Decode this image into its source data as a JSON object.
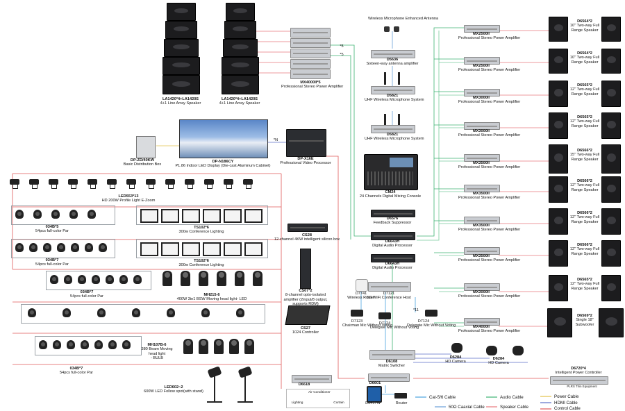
{
  "colors": {
    "audio": "#3cb371",
    "speaker": "#e8797f",
    "control": "#e05858",
    "cat": "#4aa3df",
    "hdmi": "#5b6fc7",
    "power": "#e3c14a",
    "coax": "#6aa0d8"
  },
  "labels": {
    "line_array_1": "LA1420*4+LA1420S",
    "line_array_1_sub": "4+1 Line Array Speaker",
    "line_array_2": "LA1420*4+LA1420S",
    "line_array_2_sub": "4+1 Line Array Speaker",
    "amp_stack": "MX4000II*5",
    "amp_stack_sub": "Professional Stereo Power Amplifier",
    "count_5a": "*5",
    "count_5b": "*5",
    "antenna_title": "Wireless Microphone Enhanced Antenna",
    "d5636": "D5636",
    "d5636_sub": "Sixteen-way antenna amplifier",
    "d5821a": "D5821",
    "d5821a_sub": "UHF Wireless Microphone System",
    "d5821b": "D5821",
    "d5821b_sub": "UHF Wireless Microphone System",
    "led_display": "DP-N186CY",
    "led_display_sub": "P1.86 Indoor LED Display (Die-cast Aluminum Cabinet)",
    "count_n": "*N",
    "dist_box": "DP-ZD/40KW",
    "dist_box_sub": "Basic Distribution Box",
    "video_proc": "DP-X16E",
    "video_proc_sub": "Professional Video Processor",
    "cm24": "CM24",
    "cm24_sub": "24 Channels Digital Mixing Console",
    "d6576": "D6576",
    "d6576_sub": "Feedback Suppressor",
    "d6643h_a": "D6643H",
    "d6643h_a_sub": "Digital Audio Processor",
    "d6643h_b": "D6643H",
    "d6643h_b_sub": "Digital Audio Processor",
    "led553": "LED553*13",
    "led553_sub": "HD 200W Profile Light E-Zoom",
    "par_a": "034B*5",
    "par_a_sub": "54pcs full-color Par",
    "ts102_a": "TS102*6",
    "ts102_a_sub": "300w Conference Lighting",
    "cs28": "CS28",
    "cs28_sub": "12-channel 4KW intelligent silicon box",
    "par_b": "034B*7",
    "par_b_sub": "54pcs full-color Par",
    "ts102_b": "TS102*6",
    "ts102_b_sub": "300w Conference Lighting",
    "par_c": "034B*7",
    "par_c_sub": "54pcs full-color Par",
    "mh215": "MH215-6",
    "mh215_sub": "400W 3in1 BSW Moving head light- LED",
    "cs07": "CS07*2",
    "cs07_sub": "8-channel opto-isolated amplifier (2input/8 output, supports RDM)",
    "cs27": "CS27",
    "cs27_sub": "1024 Controller",
    "mh107": "MH107B-6",
    "mh107_sub1": "380 Beam Moving",
    "mh107_sub2": "head light",
    "mh107_sub3": "- BULB",
    "par_d": "034B*7",
    "par_d_sub": "54pcs full-color Par",
    "led602": "LED602~2",
    "led602_sub": "600W LED Follow spot(with stand)",
    "d7741": "D7741",
    "d7741_sub": "Wireless Router",
    "d7121": "D7121",
    "d7121_sub": "5G WiFi Conference Host",
    "d7123": "D7123",
    "d7123_sub": "Chairman Mic Without Voting",
    "d7124a": "D7124",
    "d7124a_sub": "Delegate Mic Without Voting",
    "count_11": "*11",
    "d7124b": "D7124",
    "d7124b_sub": "Delegate Mic Without Voting",
    "d6108": "D6108",
    "d6108_sub": "Matrix Switcher",
    "d6618": "D6618",
    "lighting": "Lighting",
    "air_cond": "Air Conditioner",
    "curtain": "Curtain",
    "d6601": "D6601",
    "d6417w": "D6417W",
    "router": "Router",
    "cam_a": "D6284",
    "cam_a_sub": "HD Camera",
    "cam_b": "D6284",
    "cam_b_sub": "HD Camera",
    "d6720": "D6720*4",
    "d6720_sub": "Intelligent Power Controller",
    "d6720_tag": "PLRS Thin Equipment",
    "amp_r1": "MX2500II",
    "amp_r1_sub": "Professional Stereo Power Amplifier",
    "amp_r2": "MX2500II",
    "amp_r2_sub": "Professional Stereo Power Amplifier",
    "amp_r3": "MX3000II",
    "amp_r3_sub": "Professional Stereo Power Amplifier",
    "amp_r4": "MX3000II",
    "amp_r4_sub": "Professional Stereo Power Amplifier",
    "amp_r5": "MX3500II",
    "amp_r5_sub": "Professional Stereo Power Amplifier",
    "amp_r6": "MX3500II",
    "amp_r6_sub": "Professional Stereo Power Amplifier",
    "amp_r7": "MX3500II",
    "amp_r7_sub": "Professional Stereo Power Amplifier",
    "amp_r8": "MX3500II",
    "amp_r8_sub": "Professional Stereo Power Amplifier",
    "amp_r9": "MX3000II",
    "amp_r9_sub": "Professional Stereo Power Amplifier",
    "amp_r10": "MX4000II",
    "amp_r10_sub": "Professional Stereo Power Amplifier",
    "spk_r1": "D6564*2",
    "spk_r1_sub": "10\" Two-way Full Range Speaker",
    "spk_r2": "D6564*2",
    "spk_r2_sub": "10\" Two-way Full Range Speaker",
    "spk_r3": "D6565*2",
    "spk_r3_sub": "12\" Two-way Full Range Speaker",
    "spk_r4": "D6565*2",
    "spk_r4_sub": "12\" Two-way Full Range Speaker",
    "spk_r5": "D6566*2",
    "spk_r5_sub": "15\" Two-way Full Range Speaker",
    "spk_r6": "D6566*2",
    "spk_r6_sub": "12\" Two-way Full Range Speaker",
    "spk_r7": "D6566*2",
    "spk_r7_sub": "12\" Two-way Full Range Speaker",
    "spk_r8": "D6566*2",
    "spk_r8_sub": "12\" Two-way Full Range Speaker",
    "spk_r9": "D6565*2",
    "spk_r9_sub": "12\" Two-way Full Range Speaker",
    "sub_r10": "D6569*2",
    "sub_r10_sub": "Single 18\" Subwoofer"
  },
  "legend": {
    "cat": "Cat-5/6 Cable",
    "audio": "Audio Cable",
    "power": "Power Cable",
    "hdmi": "HDMI Cable",
    "coax": "50Ω Caaxial Cable",
    "speaker": "Speaker Cable",
    "control": "Control Cable"
  }
}
